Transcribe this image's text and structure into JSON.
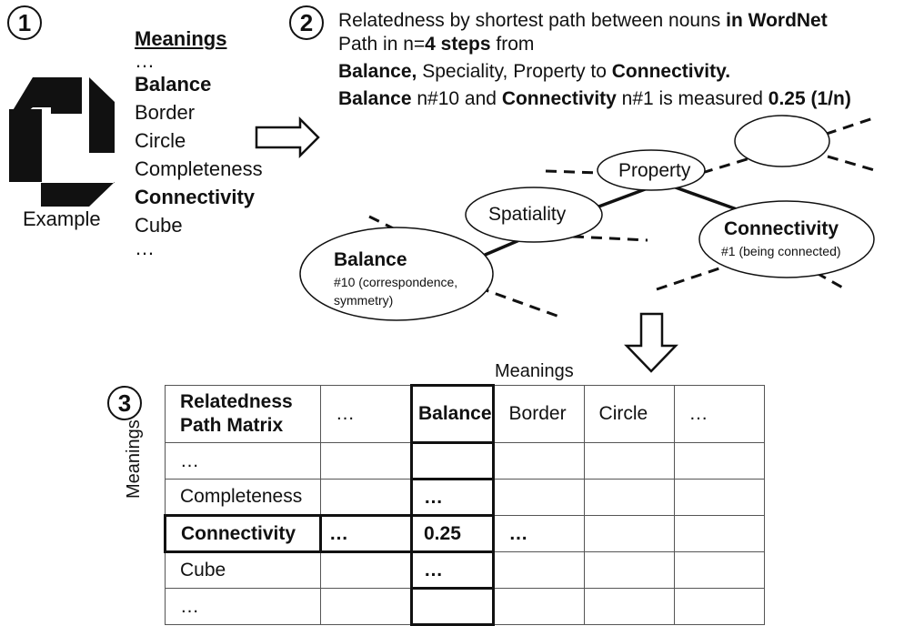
{
  "step1": {
    "number": "1",
    "meanings_title": "Meanings",
    "items": [
      {
        "text": "…",
        "bold": false
      },
      {
        "text": "Balance",
        "bold": true
      },
      {
        "text": "Border",
        "bold": false
      },
      {
        "text": "Circle",
        "bold": false
      },
      {
        "text": "Completeness",
        "bold": false
      },
      {
        "text": "Connectivity",
        "bold": true
      },
      {
        "text": "Cube",
        "bold": false
      },
      {
        "text": "…",
        "bold": false
      }
    ],
    "example_label": "Example"
  },
  "step2": {
    "number": "2",
    "line1_a": "Relatedness by shortest path between nouns ",
    "line1_b": "in WordNet",
    "line2_a": "Path in n=",
    "line2_b": "4 steps",
    "line2_c": " from",
    "line3_a": "Balance,",
    "line3_b": " Speciality, Property to ",
    "line3_c": "Connectivity.",
    "line4_a": "Balance",
    "line4_b": " n#10 and ",
    "line4_c": "Connectivity",
    "line4_d": " n#1 is measured ",
    "line4_e": "0.25 (1/n)"
  },
  "graph": {
    "property": "Property",
    "spatiality": "Spatiality",
    "connectivity_title": "Connectivity",
    "connectivity_sense": "#1 (being connected)",
    "balance_title": "Balance",
    "balance_sense_1": "#10 (correspondence,",
    "balance_sense_2": "symmetry)"
  },
  "step3": {
    "number": "3",
    "top_label": "Meanings",
    "side_label": "Meanings",
    "header_label_1": "Relatedness",
    "header_label_2": "Path Matrix",
    "columns": [
      "…",
      "Balance",
      "Border",
      "Circle",
      "…"
    ],
    "rows": [
      {
        "label": "…",
        "cells": [
          "",
          "",
          "",
          "",
          ""
        ]
      },
      {
        "label": "Completeness",
        "cells": [
          "",
          "…",
          "",
          "",
          ""
        ]
      },
      {
        "label": "Connectivity",
        "cells": [
          "…",
          "0.25",
          "…",
          "",
          ""
        ]
      },
      {
        "label": "Cube",
        "cells": [
          "",
          "…",
          "",
          "",
          ""
        ]
      },
      {
        "label": "…",
        "cells": [
          "",
          "",
          "",
          "",
          ""
        ]
      }
    ]
  }
}
